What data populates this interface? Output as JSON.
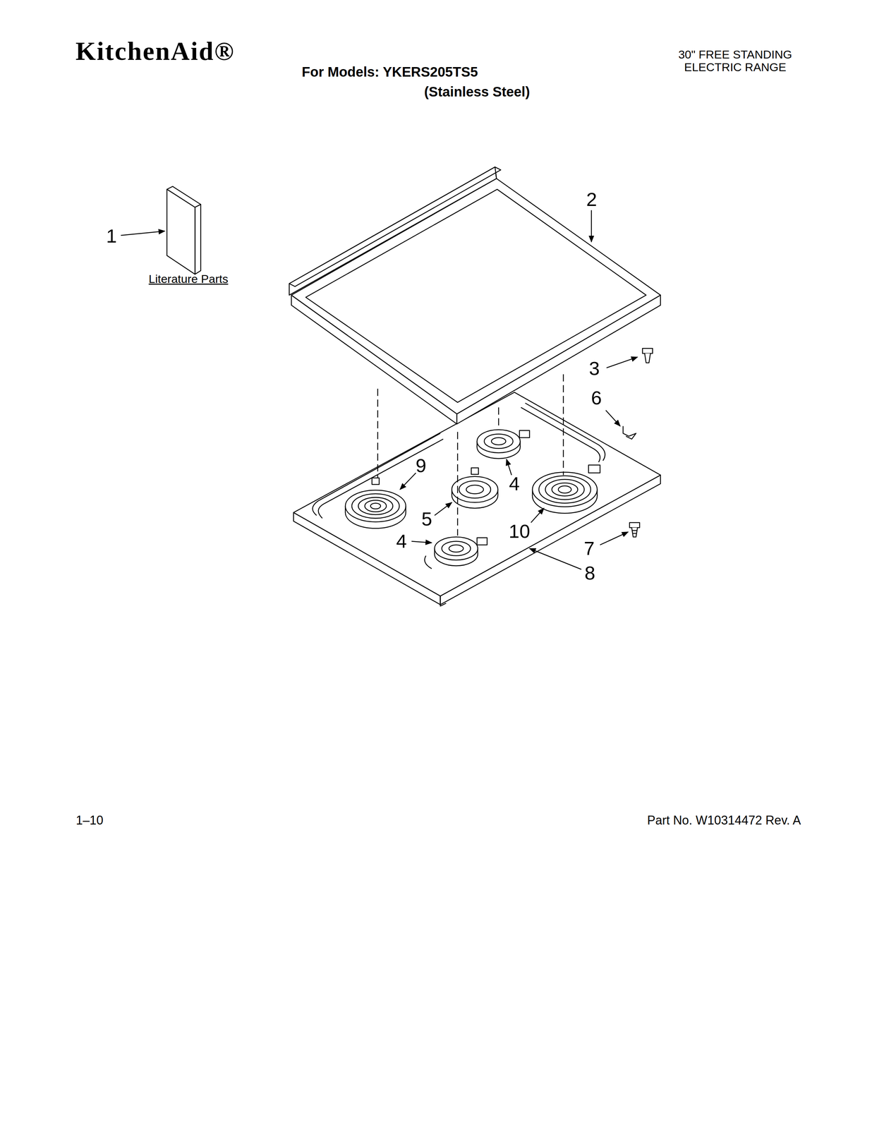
{
  "diagram": {
    "labels": [
      "KitchenAid®",
      "For Models: YKERS205TS5",
      "(Stainless Steel)",
      "30\" FREE STANDING ELECTRIC RANGE",
      "1",
      "Literature Parts",
      "2",
      "3",
      "6",
      "9",
      "4",
      "5",
      "10",
      "4",
      "7",
      "8",
      "1–10",
      "Part No. W10314472 Rev. A"
    ]
  }
}
